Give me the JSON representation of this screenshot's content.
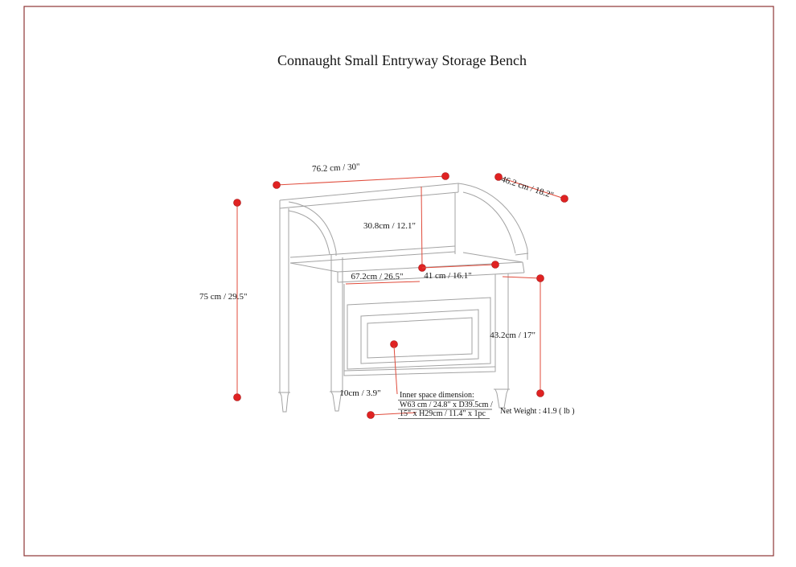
{
  "page": {
    "title": "Connaught Small Entryway Storage Bench",
    "border_color": "#8e3535",
    "background": "#ffffff"
  },
  "drawing": {
    "subject": "entryway storage bench line drawing with storage drawer",
    "line_color": "#a3a3a3"
  },
  "annotations": {
    "accent_color": "#e02222",
    "overall_width": "76.2 cm / 30\"",
    "overall_depth": "46.2 cm / 18.2\"",
    "overall_height": "75 cm / 29.5\"",
    "backrest_height": "30.8cm / 12.1\"",
    "seat_width": "67.2cm / 26.5\"",
    "seat_depth": "41 cm / 16.1\"",
    "seat_height": "43.2cm / 17\"",
    "leg_height": "10cm / 3.9\"",
    "inner_space": {
      "heading": "Inner space dimension:",
      "line1": "W63 cm / 24.8\" x D39.5cm /",
      "line2": "15\" x H29cm / 11.4\" x 1pc"
    },
    "net_weight": "Net Weight : 41.9 ( lb )"
  }
}
